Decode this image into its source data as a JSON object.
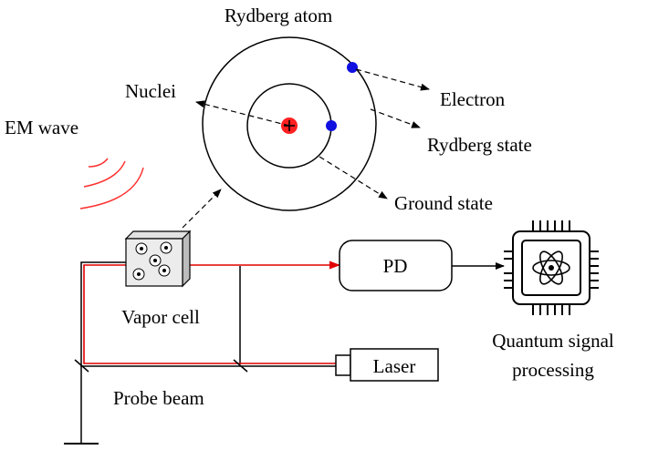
{
  "atom": {
    "title": "Rydberg atom",
    "nuclei_label": "Nuclei",
    "electron_label": "Electron",
    "rydberg_state_label": "Rydberg state",
    "ground_state_label": "Ground state"
  },
  "em_wave_label": "EM wave",
  "vapor_cell_label": "Vapor cell",
  "pd_label": "PD",
  "laser_label": "Laser",
  "probe_beam_label": "Probe beam",
  "qsp_label_line1": "Quantum signal",
  "qsp_label_line2": "processing",
  "colors": {
    "nucleus": "#ff2020",
    "electron": "#1010e0",
    "beam": "#e00000",
    "em_wave": "#ff3030",
    "line": "#000000"
  }
}
